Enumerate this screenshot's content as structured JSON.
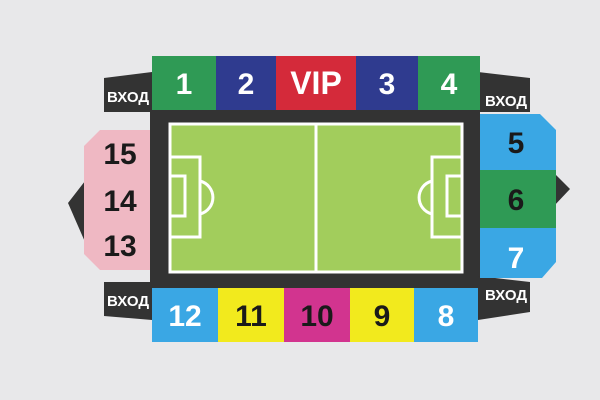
{
  "colors": {
    "background": "#e8e8ea",
    "structure": "#333333",
    "field": "#a2cd5c",
    "field_lines": "#ffffff",
    "green_sector": "#2f9a55",
    "blue_sector": "#2f3b8f",
    "red_sector": "#d42a3a",
    "light_blue_sector": "#3aa7e4",
    "yellow_sector": "#f2ea1d",
    "magenta_sector": "#d2348f",
    "pink_sector": "#efb8c3"
  },
  "gates": [
    {
      "id": "top-left",
      "label": "ВХОД"
    },
    {
      "id": "top-right",
      "label": "ВХОД"
    },
    {
      "id": "bottom-left",
      "label": "ВХОД"
    },
    {
      "id": "bottom-right",
      "label": "ВХОД"
    }
  ],
  "sectors": [
    {
      "id": "1",
      "label": "1",
      "color": "#2f9a55",
      "text_color": "#ffffff"
    },
    {
      "id": "2",
      "label": "2",
      "color": "#2f3b8f",
      "text_color": "#ffffff"
    },
    {
      "id": "vip",
      "label": "VIP",
      "color": "#d42a3a",
      "text_color": "#ffffff"
    },
    {
      "id": "3",
      "label": "3",
      "color": "#2f3b8f",
      "text_color": "#ffffff"
    },
    {
      "id": "4",
      "label": "4",
      "color": "#2f9a55",
      "text_color": "#ffffff"
    },
    {
      "id": "5",
      "label": "5",
      "color": "#3aa7e4",
      "text_color": "#1a1a1a"
    },
    {
      "id": "6",
      "label": "6",
      "color": "#2f9a55",
      "text_color": "#1a1a1a"
    },
    {
      "id": "7",
      "label": "7",
      "color": "#3aa7e4",
      "text_color": "#ffffff"
    },
    {
      "id": "8",
      "label": "8",
      "color": "#3aa7e4",
      "text_color": "#ffffff"
    },
    {
      "id": "9",
      "label": "9",
      "color": "#f2ea1d",
      "text_color": "#1a1a1a"
    },
    {
      "id": "10",
      "label": "10",
      "color": "#d2348f",
      "text_color": "#1a1a1a"
    },
    {
      "id": "11",
      "label": "11",
      "color": "#f2ea1d",
      "text_color": "#1a1a1a"
    },
    {
      "id": "12",
      "label": "12",
      "color": "#3aa7e4",
      "text_color": "#ffffff"
    },
    {
      "id": "13",
      "label": "13",
      "color": "#efb8c3",
      "text_color": "#1a1a1a"
    },
    {
      "id": "14",
      "label": "14",
      "color": "#efb8c3",
      "text_color": "#1a1a1a"
    },
    {
      "id": "15",
      "label": "15",
      "color": "#efb8c3",
      "text_color": "#1a1a1a"
    }
  ]
}
